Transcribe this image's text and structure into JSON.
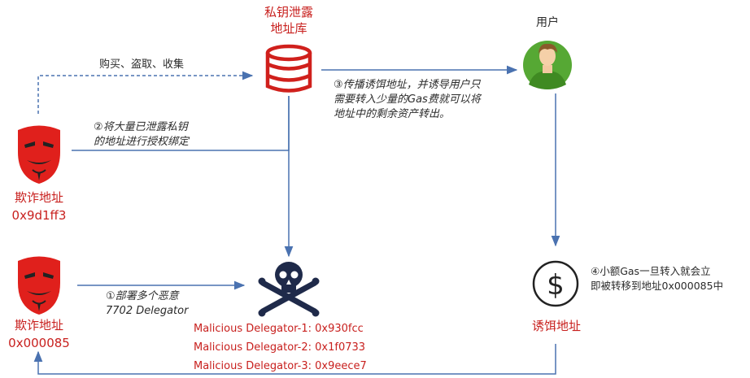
{
  "nodes": {
    "leaked_db": {
      "line1": "私钥泄露",
      "line2": "地址库"
    },
    "user": {
      "label": "用户"
    },
    "scam_address_1": {
      "line1": "欺诈地址",
      "line2": "0x9d1ff3"
    },
    "scam_address_2": {
      "line1": "欺诈地址",
      "line2": "0x000085"
    },
    "bait_address": {
      "label": "诱饵地址"
    }
  },
  "edges": {
    "buy_steal_collect": "购买、盗取、收集",
    "step2": {
      "line1": "②将大量已泄露私钥",
      "line2": "的地址进行授权绑定"
    },
    "step3": {
      "line1": "③传播诱饵地址，并诱导用户只",
      "line2": "需要转入少量的Gas费就可以将",
      "line3": "地址中的剩余资产转出。"
    },
    "step1": {
      "line1": "①部署多个恶意",
      "line2": "7702 Delegator"
    },
    "step4": {
      "line1": "④小额Gas一旦转入就会立",
      "line2": "即被转移到地址0x000085中"
    }
  },
  "delegators": [
    "Malicious Delegator-1: 0x930fcc",
    "Malicious Delegator-2: 0x1f0733",
    "Malicious Delegator-3: 0x9eece7"
  ],
  "colors": {
    "red": "#c8201e",
    "arrow": "#4a72b0",
    "text": "#2b2b2b",
    "skull": "#1f2a4a",
    "avatar_green": "#56a834"
  },
  "icons": {
    "scam_mask": "guy-fawkes-mask-icon",
    "database": "database-icon",
    "user": "user-avatar-icon",
    "delegator": "skull-crossbones-icon",
    "bait": "dollar-coin-icon"
  }
}
